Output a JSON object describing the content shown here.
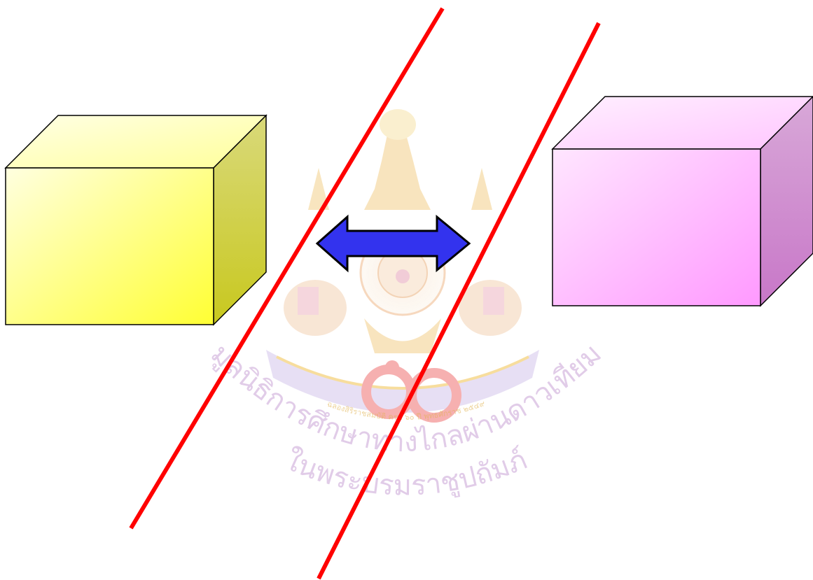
{
  "colors": {
    "yellow_box": "#ffff66",
    "pink_box": "#ff99ff",
    "arrow": "#3333ee",
    "lines": "#ff0000",
    "watermark": "#c9a3d6"
  },
  "watermark": {
    "text_line_1": "มูลนิธิการศึกษาทางไกลผ่านดาวเทียม",
    "text_line_2": "ในพระบรมราชูปถัมภ์",
    "ribbon_text": "ฉลองสิริราชสมบัติ ครบ ๖๐ ปี พุทธศักราช ๒๕๔๙",
    "number": "๖๐"
  },
  "icons": {
    "left_box": "yellow-cube",
    "right_box": "pink-cube",
    "arrow": "double-headed-arrow",
    "emblem": "royal-emblem-watermark"
  }
}
